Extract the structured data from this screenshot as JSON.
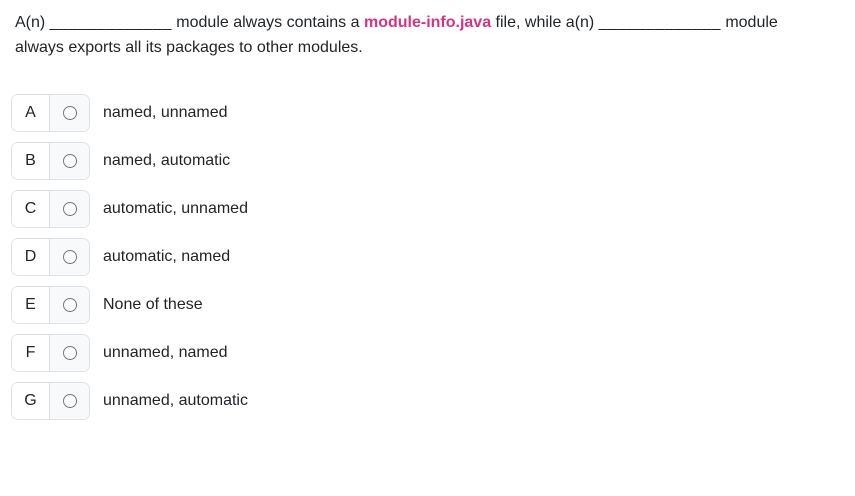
{
  "question": {
    "line1_part1": "A(n) ",
    "blank1": "_____________",
    "line1_part2": " module always contains a ",
    "code_text": "module-info.java",
    "line1_part3": " file, while a(n) ",
    "blank2": "_____________",
    "line1_part4": " module",
    "line2": "always exports all its packages to other modules."
  },
  "options": [
    {
      "letter": "A",
      "label": "named, unnamed"
    },
    {
      "letter": "B",
      "label": "named, automatic"
    },
    {
      "letter": "C",
      "label": "automatic, unnamed"
    },
    {
      "letter": "D",
      "label": "automatic, named"
    },
    {
      "letter": "E",
      "label": "None of these"
    },
    {
      "letter": "F",
      "label": "unnamed, named"
    },
    {
      "letter": "G",
      "label": "unnamed, automatic"
    }
  ],
  "radio_state": "all_unselected",
  "colors": {
    "code_accent": "#d63384",
    "text": "#212529",
    "box_border": "#dee2e6",
    "radio_cell_bg": "#f8f9fa",
    "page_bg": "#ffffff"
  }
}
